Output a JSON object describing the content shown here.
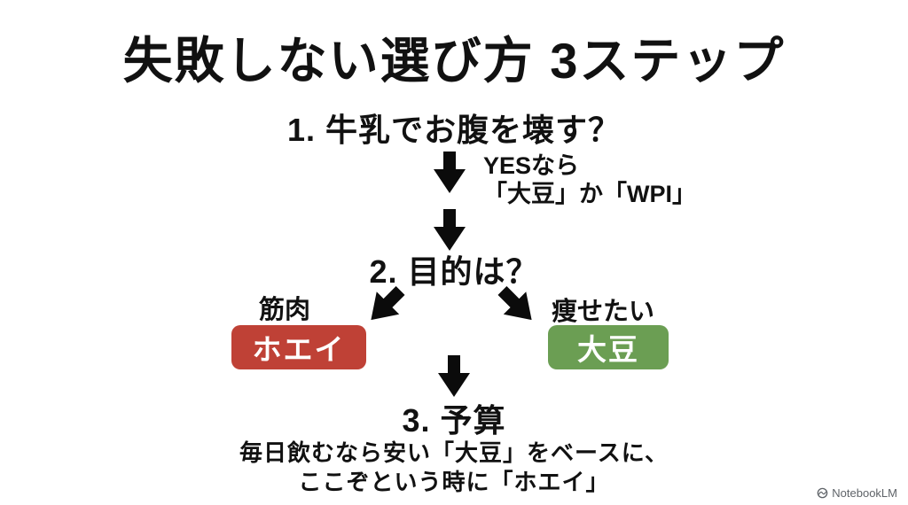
{
  "colors": {
    "background": "#ffffff",
    "text": "#111111",
    "arrow": "#0b0b0b",
    "whey_box_bg": "#bf4136",
    "soy_box_bg": "#6b9e53",
    "box_text": "#ffffff",
    "watermark_text": "#5f6368"
  },
  "title": "失敗しない選び方 3ステップ",
  "step1": {
    "heading": "1. 牛乳でお腹を壊す？",
    "branch_note_line1": "YESなら",
    "branch_note_line2": "「大豆」か「WPI」"
  },
  "step2": {
    "heading": "2. 目的は？",
    "left_label": "筋肉",
    "left_box_label": "ホエイ",
    "right_label": "痩せたい",
    "right_box_label": "大豆"
  },
  "step3": {
    "heading": "3. 予算",
    "description_line1": "毎日飲むなら安い「大豆」をベースに、",
    "description_line2": "ここぞという時に「ホエイ」"
  },
  "watermark": {
    "label": "NotebookLM"
  }
}
